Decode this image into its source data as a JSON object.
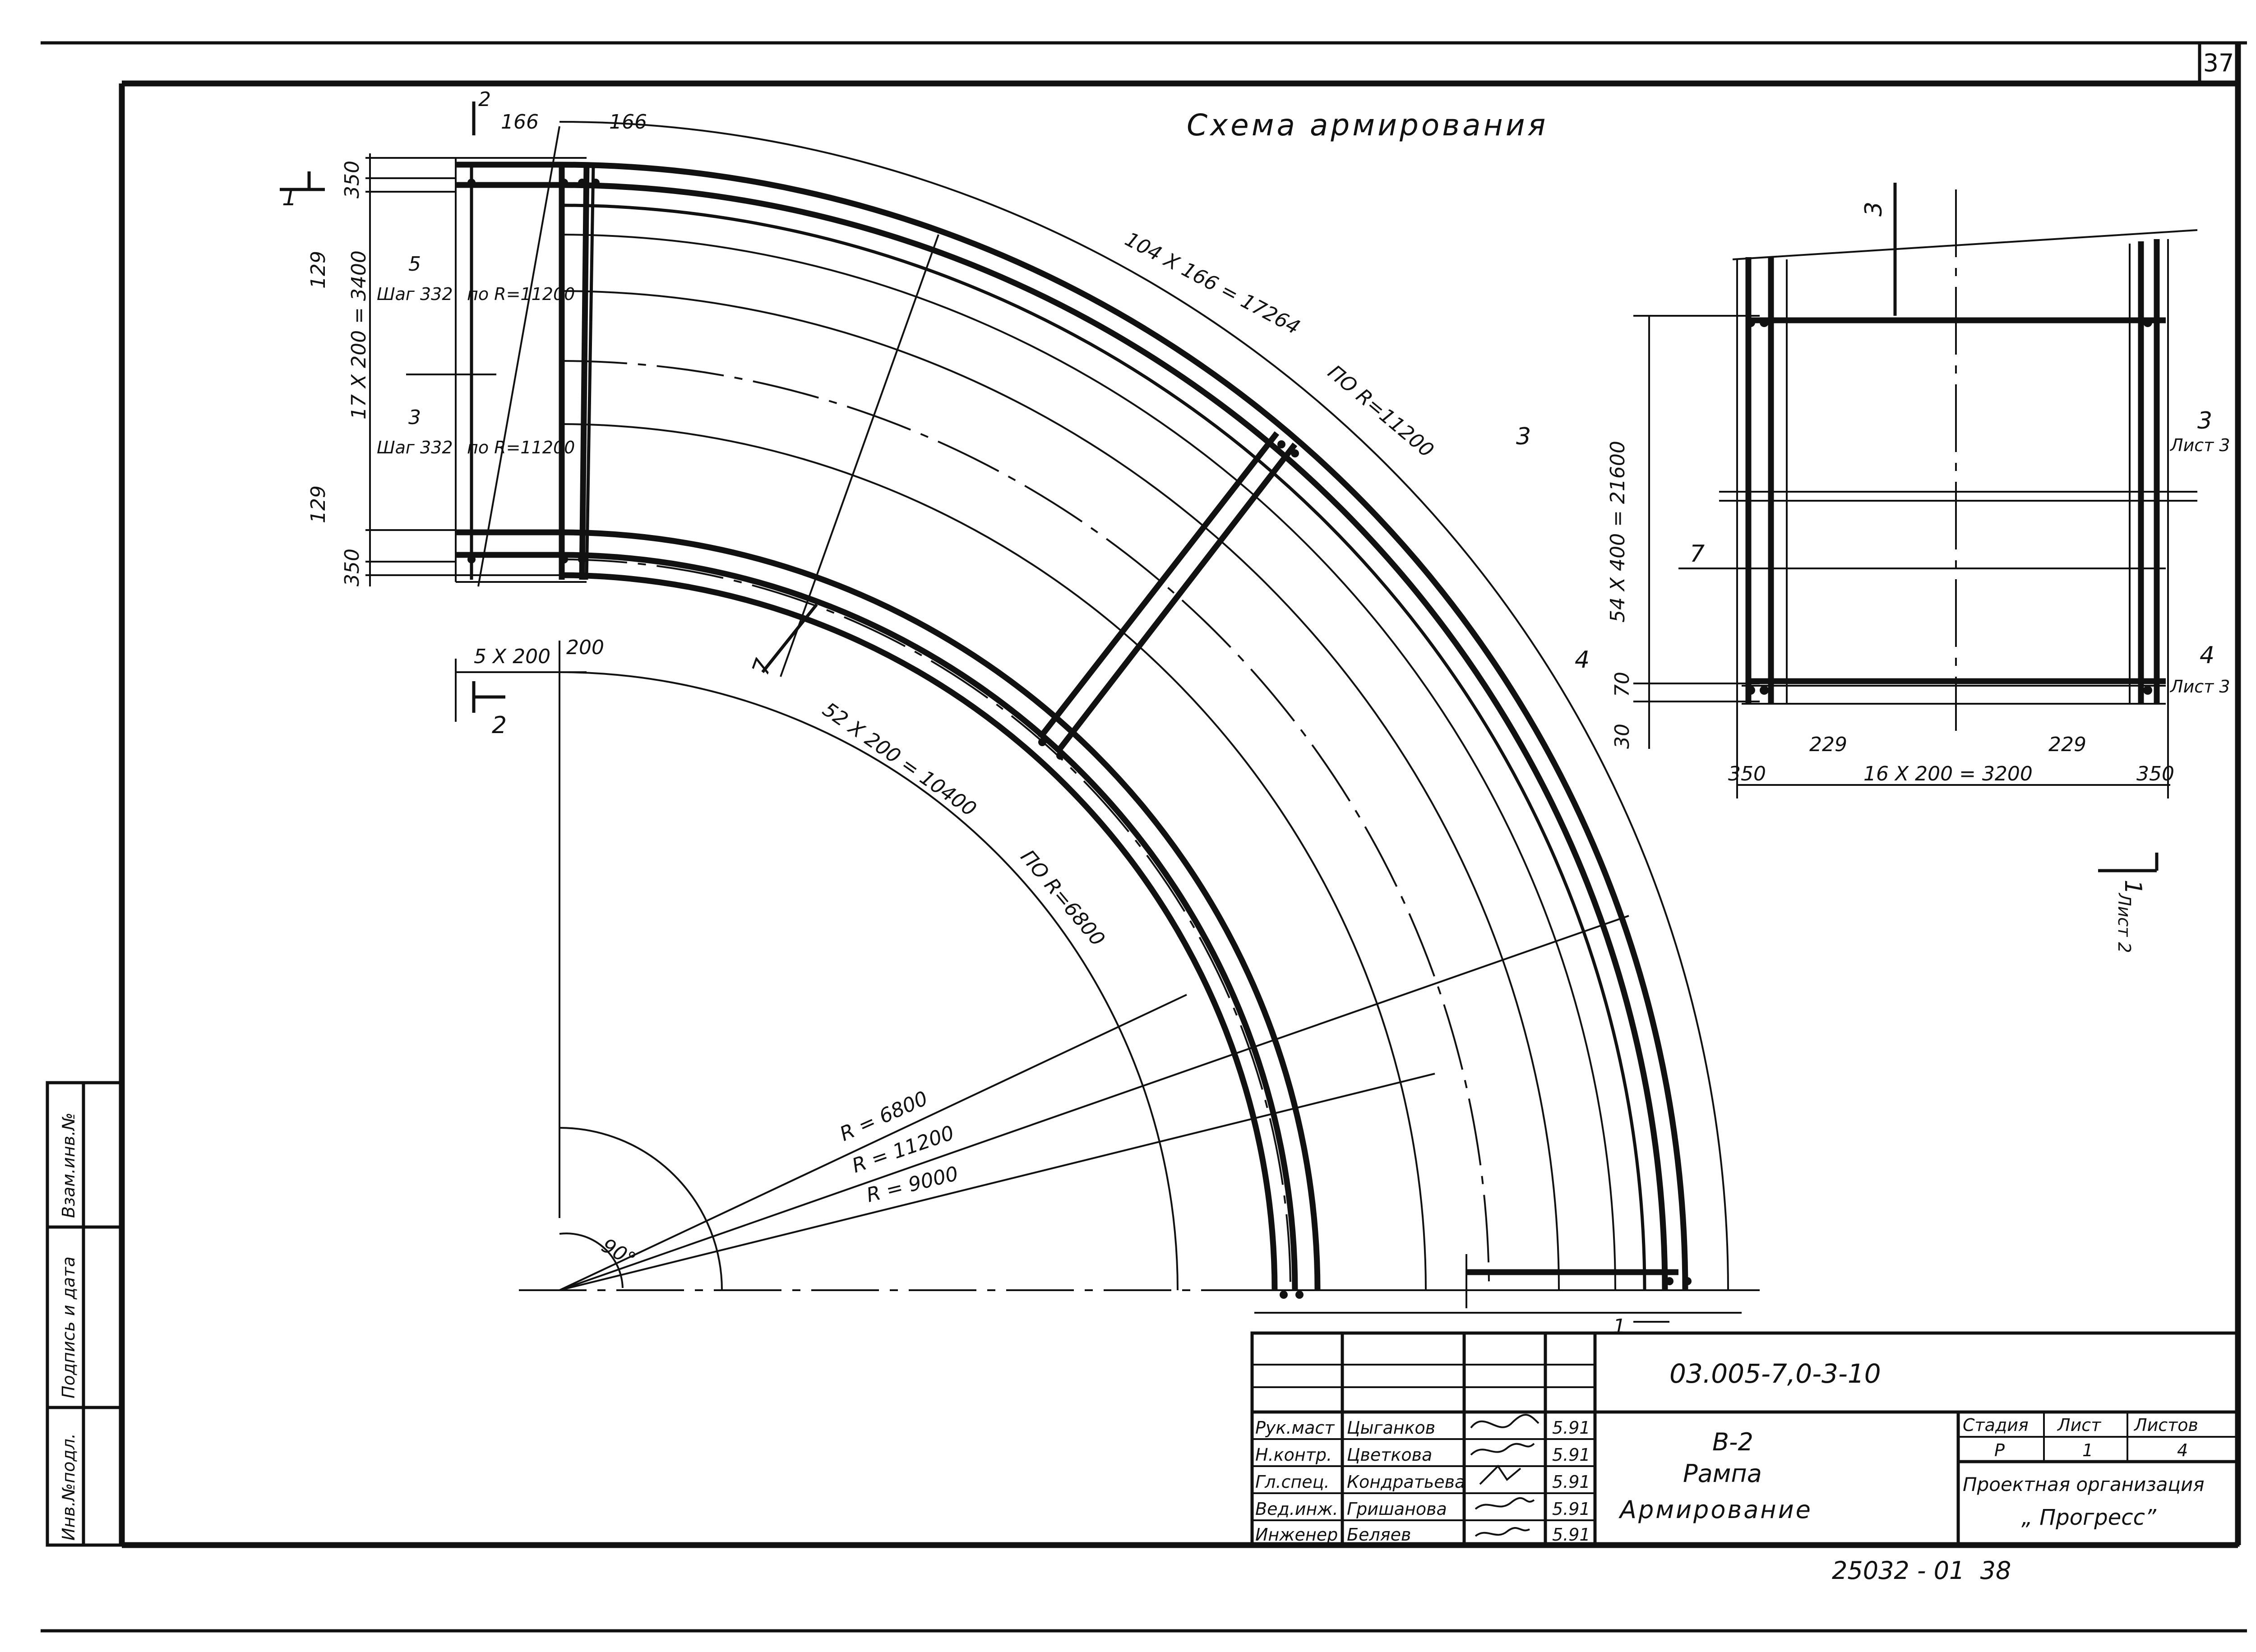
{
  "sheet": {
    "page_number": "37",
    "title": "Схема армирования"
  },
  "main_plan": {
    "dims": {
      "top_left_166": "166",
      "top_right_166": "166",
      "d350_top": "350",
      "d129_top": "129",
      "d17x200": "17 X 200 = 3400",
      "d129_bot": "129",
      "d350_bot": "350",
      "d5x200": "5 X 200",
      "d200": "200",
      "outer_arc": "104 X 166 = 17264",
      "outer_arc_r": "ПО R=11200",
      "inner_arc": "52 X 200 = 10400",
      "inner_arc_r": "ПО R=6800",
      "rad_6800": "R = 6800",
      "rad_11200": "R = 11200",
      "rad_9000": "R = 9000",
      "angle": "90°"
    },
    "labels": {
      "bar5": "5",
      "bar5_step": "Шаг 332",
      "bar5_r": "по R=11200",
      "bar3": "3",
      "bar3_step": "Шаг 332",
      "bar3_r": "по R=11200",
      "bar7": "7",
      "sec1": "1",
      "sec2_top": "2",
      "sec2_bot": "2",
      "sec_small_1": "1"
    }
  },
  "side_view": {
    "dims": {
      "d54x400": "54 X 400 = 21600",
      "d70": "70",
      "d30": "30",
      "d350_l": "350",
      "d229_l": "229",
      "d16x200": "16 X 200 = 3200",
      "d229_r": "229",
      "d350_r": "350"
    },
    "labels": {
      "sec3_top": "3",
      "sec3_left": "3",
      "sec3_right": "3",
      "list3_a": "Лист 3",
      "sec4_left": "4",
      "sec4_right": "4",
      "list3_b": "Лист 3",
      "bar7": "7",
      "sec1_side": "1",
      "list2": "Лист 2"
    }
  },
  "left_strip": {
    "inv_podl": "Инв.№подл.",
    "sign_date": "Подпись и дата",
    "vzam_inv": "Взам.инв.№"
  },
  "title_block": {
    "doc_code": "03.005-7,0-3-10",
    "rows": [
      {
        "role": "Рук.маст",
        "name": "Цыганков",
        "date": "5.91"
      },
      {
        "role": "Н.контр.",
        "name": "Цветкова",
        "date": "5.91"
      },
      {
        "role": "Гл.спец.",
        "name": "Кондратьева",
        "date": "5.91"
      },
      {
        "role": "Вед.инж.",
        "name": "Гришанова",
        "date": "5.91"
      },
      {
        "role": "Инженер",
        "name": "Беляев",
        "date": "5.91"
      }
    ],
    "name_line1": "В-2",
    "name_line2": "Рампа",
    "name_line3": "Армирование",
    "stage_h": "Стадия",
    "sheet_h": "Лист",
    "sheets_h": "Листов",
    "stage_v": "Р",
    "sheet_v": "1",
    "sheets_v": "4",
    "org_line1": "Проектная организация",
    "org_line2": "„ Прогресс”"
  },
  "footer": {
    "archive_no": "25032 - 01  38"
  }
}
